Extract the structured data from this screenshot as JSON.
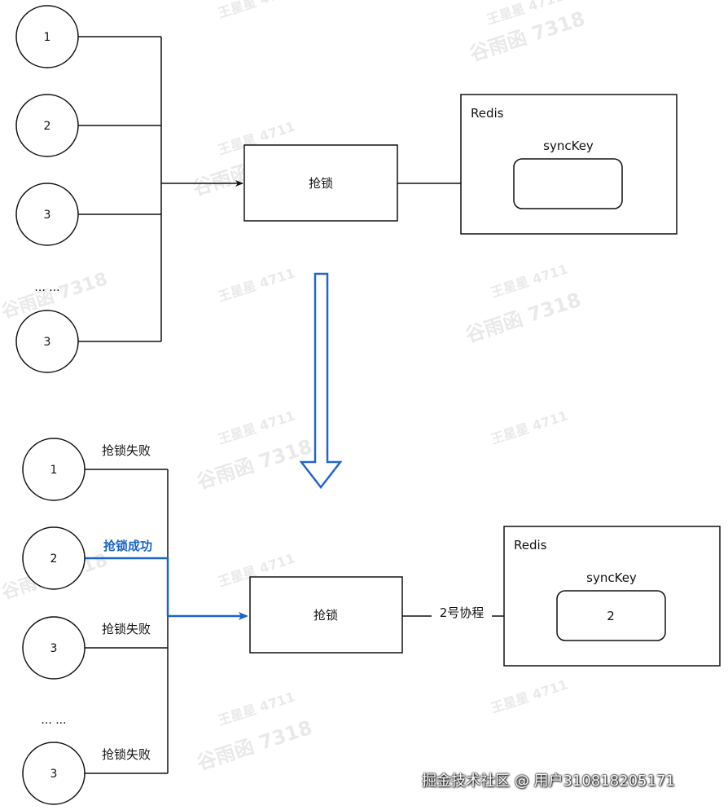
{
  "top": {
    "goroutines": [
      "1",
      "2",
      "3",
      "3"
    ],
    "ellipsis": "... ...",
    "lock_label": "抢锁",
    "redis_label": "Redis",
    "sync_key_label": "syncKey",
    "sync_key_value": ""
  },
  "bottom": {
    "goroutines": [
      "1",
      "2",
      "3",
      "3"
    ],
    "ellipsis": "... ...",
    "edge_labels": [
      "抢锁失败",
      "抢锁成功",
      "抢锁失败",
      "抢锁失败"
    ],
    "lock_label": "抢锁",
    "arrow_label": "2号协程",
    "redis_label": "Redis",
    "sync_key_label": "syncKey",
    "sync_key_value": "2"
  },
  "colors": {
    "stroke": "#111111",
    "success": "#1a64c8",
    "big_arrow": "#2266cc"
  },
  "watermark": {
    "line1": "王星星 4711",
    "line2": "谷雨函 7318"
  },
  "footer": "掘金技术社区 @ 用户310818205171"
}
